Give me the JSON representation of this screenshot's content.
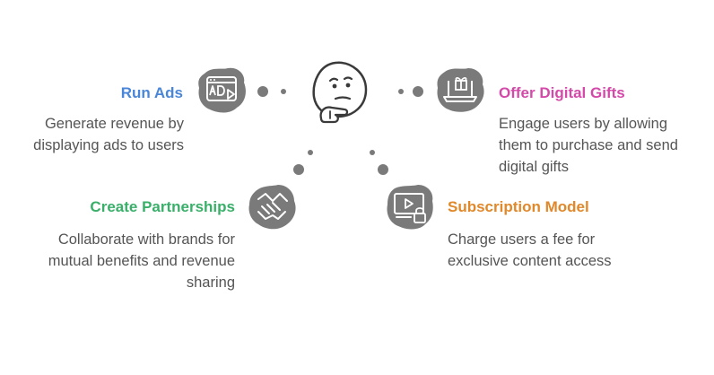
{
  "center": {
    "icon": "thinking-face-icon"
  },
  "items": {
    "run_ads": {
      "title": "Run Ads",
      "desc_lines": [
        "Generate revenue by",
        "displaying ads to users"
      ],
      "color": "#4a86d8",
      "icon": "ad-window-icon"
    },
    "offer_gifts": {
      "title": "Offer Digital Gifts",
      "desc_lines": [
        "Engage users by allowing",
        "them to purchase and send",
        "digital gifts"
      ],
      "color": "#d34aa8",
      "icon": "gift-laptop-icon"
    },
    "partnerships": {
      "title": "Create Partnerships",
      "desc_lines": [
        "Collaborate with brands for",
        "mutual benefits and revenue",
        "sharing"
      ],
      "color": "#3aaf6a",
      "icon": "handshake-icon"
    },
    "subscription": {
      "title": "Subscription Model",
      "desc_lines": [
        "Charge users a fee for",
        "exclusive content access"
      ],
      "color": "#e0882a",
      "icon": "video-lock-icon"
    }
  }
}
